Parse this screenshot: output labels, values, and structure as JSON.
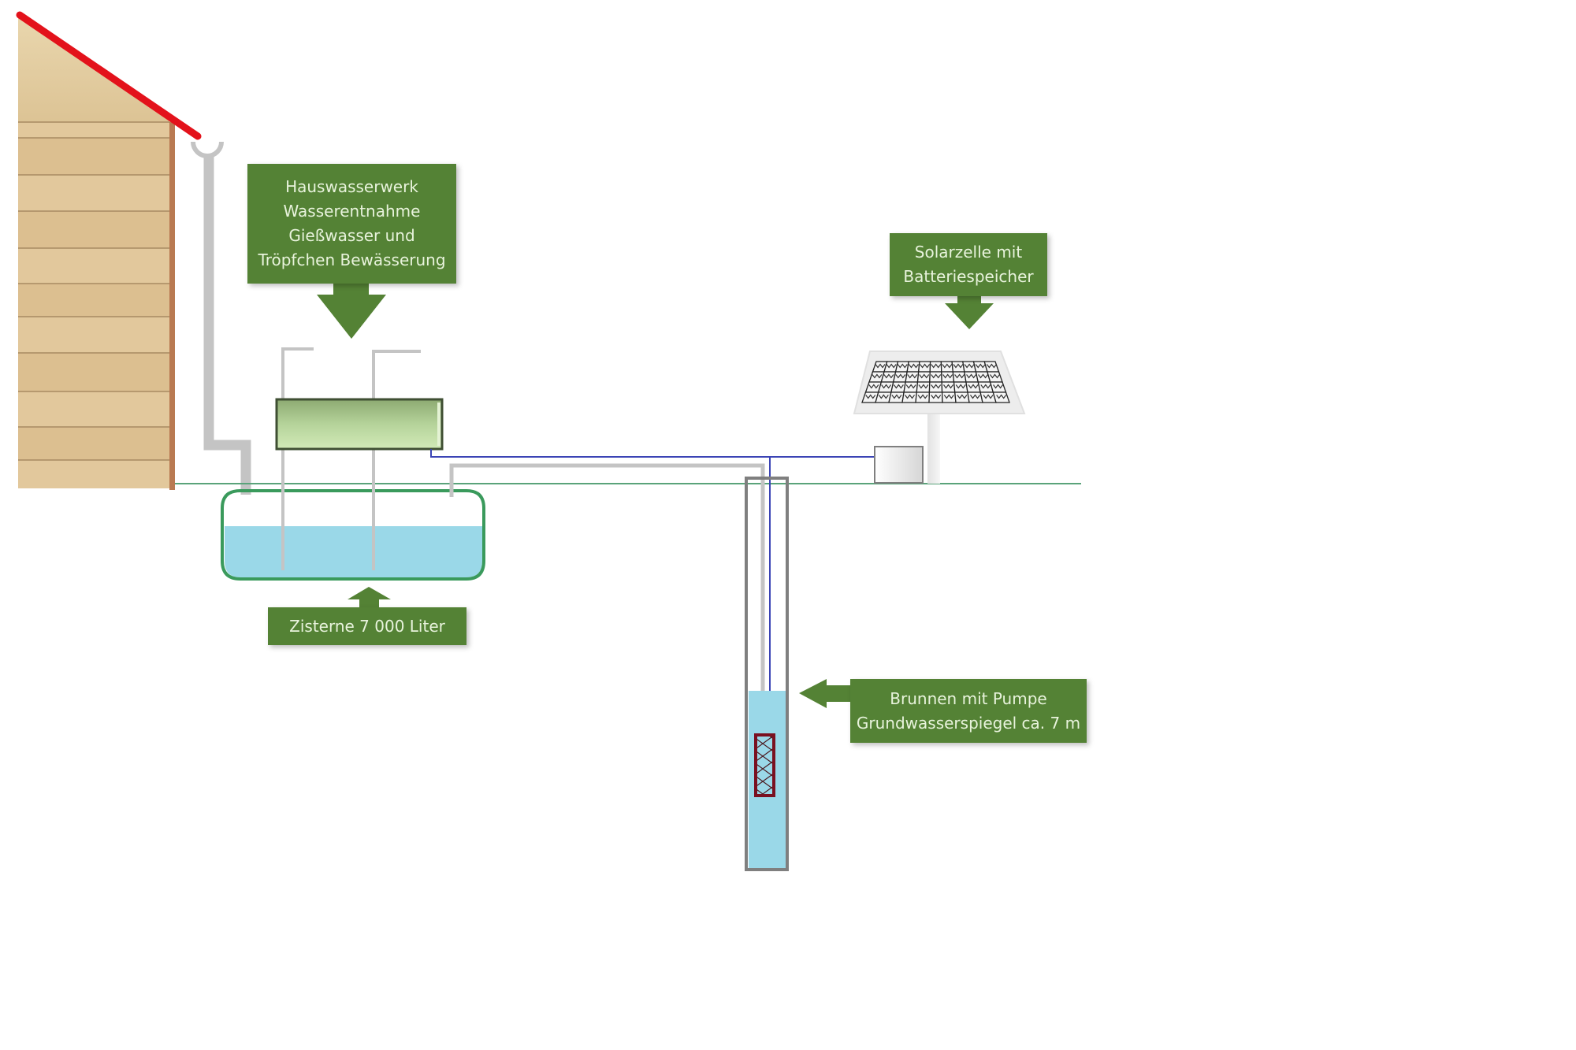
{
  "diagram": {
    "title": "Regenwasser- und Brunnenanlage",
    "labels": {
      "hauswasserwerk": [
        "Hauswasserwerk",
        "Wasserentnahme",
        "Gießwasser und",
        "Tröpfchen Bewässerung"
      ],
      "solar": [
        "Solarzelle mit",
        "Batteriespeicher"
      ],
      "zisterne": [
        "Zisterne 7 000 Liter"
      ],
      "brunnen": [
        "Brunnen mit Pumpe",
        "Grundwasserspiegel ca. 7 m"
      ]
    },
    "components": [
      "house",
      "roof",
      "downpipe",
      "hauswasserwerk-unit",
      "cistern",
      "well",
      "submersible-pump",
      "solar-panel",
      "battery"
    ],
    "colors": {
      "label_bg": "#548235",
      "label_text": "#e8f3dc",
      "roof": "#e3121b",
      "water": "#9ad8e8",
      "cistern_outline": "#3a9a5c",
      "pipe": "#c4c4c4",
      "cable": "#3b44b5",
      "ground": "#5aa37a",
      "well_casing": "#7f7f7f",
      "pump": "#7a1020"
    }
  }
}
